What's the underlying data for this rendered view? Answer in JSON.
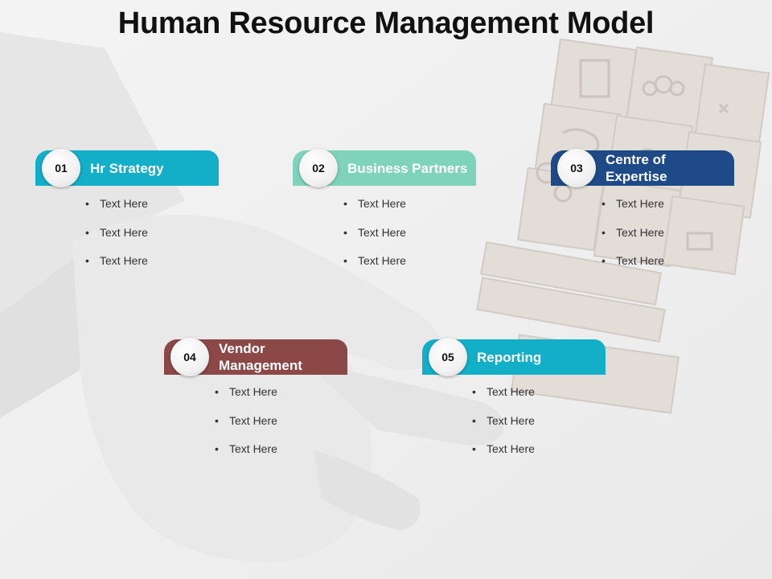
{
  "slide": {
    "title": "Human Resource Management Model"
  },
  "items": [
    {
      "number": "01",
      "label": "Hr Strategy",
      "color": "#13aec8",
      "bullets": [
        "Text Here",
        "Text Here",
        "Text Here"
      ]
    },
    {
      "number": "02",
      "label": "Business Partners",
      "color": "#7fd3bb",
      "bullets": [
        "Text Here",
        "Text Here",
        "Text Here"
      ]
    },
    {
      "number": "03",
      "label": "Centre of Expertise",
      "color": "#1e4a87",
      "bullets": [
        "Text Here",
        "Text Here",
        "Text Here"
      ]
    },
    {
      "number": "04",
      "label": "Vendor Management",
      "color": "#8c4747",
      "bullets": [
        "Text Here",
        "Text Here",
        "Text Here"
      ]
    },
    {
      "number": "05",
      "label": "Reporting",
      "color": "#13aec8",
      "bullets": [
        "Text Here",
        "Text Here",
        "Text Here"
      ]
    }
  ],
  "background_image": {
    "description_icons": [
      "document-icon",
      "people-icon",
      "strategy-icon",
      "handshake-icon",
      "lightbulb-icon",
      "gear-icon",
      "chart-icon"
    ]
  }
}
